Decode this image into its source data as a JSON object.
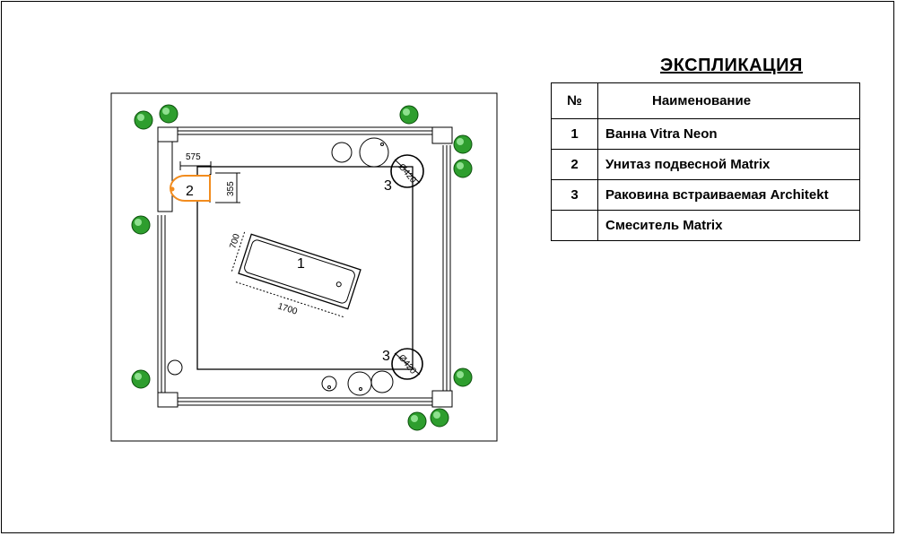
{
  "plan": {
    "items": [
      {
        "number": "1",
        "dimension_width": "1700",
        "dimension_depth": "700"
      },
      {
        "number": "2",
        "dimension_width": "575",
        "dimension_depth": "355"
      },
      {
        "number": "3",
        "diameter": "Ø420"
      },
      {
        "number": "3",
        "diameter": "Ø420"
      }
    ]
  },
  "legend": {
    "title": "ЭКСПЛИКАЦИЯ",
    "headers": {
      "no": "№",
      "name": "Наименование"
    },
    "rows": [
      {
        "no": "1",
        "name": "Ванна Vitra Neon"
      },
      {
        "no": "2",
        "name": "Унитаз подвесной   Matrix"
      },
      {
        "no": "3",
        "name": "Раковина встраиваемая Architekt"
      },
      {
        "no": "",
        "name": "Смеситель   Matrix"
      }
    ]
  },
  "colors": {
    "line": "#000000",
    "toilet": "#f28c1e",
    "shrub": "#2e9e2e"
  }
}
